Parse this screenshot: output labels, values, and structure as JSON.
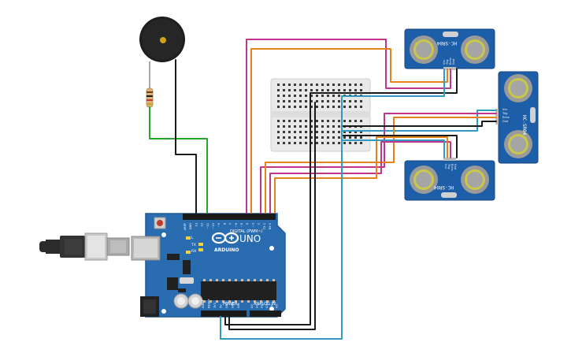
{
  "colors": {
    "wire_magenta": "#c0368e",
    "wire_orange": "#e6821e",
    "wire_black": "#1a1a1a",
    "wire_blue": "#2f9bc0",
    "wire_green": "#2aa52a",
    "board_blue": "#2a6cb0",
    "sensor_blue": "#1d5ea8"
  },
  "arduino": {
    "brand": "ARDUINO",
    "model": "UNO",
    "digital_header": "DIGITAL (PWM~)",
    "power_header": "POWER",
    "analog_header": "ANALOG IN",
    "led_tx": "TX",
    "led_rx": "RX",
    "led_l": "L",
    "power_pins": [
      "IOREF",
      "RESET",
      "3V3",
      "5V",
      "GND",
      "GND",
      "VIN"
    ],
    "analog_pins": [
      "A0",
      "A1",
      "A2",
      "A3",
      "A4",
      "A5"
    ],
    "digital_pins": [
      "AREF",
      "GND",
      "13",
      "12",
      "~11",
      "~10",
      "~9",
      "8",
      "7",
      "~6",
      "~5",
      "4",
      "~3",
      "2",
      "TX 1",
      "RX 0"
    ]
  },
  "sensors": [
    {
      "id": "sensor-top",
      "model": "HC-SR04",
      "pins": [
        "Vcc",
        "Trig",
        "Echo",
        "Gnd"
      ]
    },
    {
      "id": "sensor-right",
      "model": "HC-SR04",
      "pins": [
        "Vcc",
        "Trig",
        "Echo",
        "Gnd"
      ]
    },
    {
      "id": "sensor-bottom",
      "model": "HC-SR04",
      "pins": [
        "Vcc",
        "Trig",
        "Echo",
        "Gnd"
      ]
    }
  ],
  "icons": {
    "buzzer": "piezo-buzzer-icon",
    "resistor": "resistor-icon",
    "usb": "usb-cable-icon",
    "breadboard": "mini-breadboard-icon"
  }
}
